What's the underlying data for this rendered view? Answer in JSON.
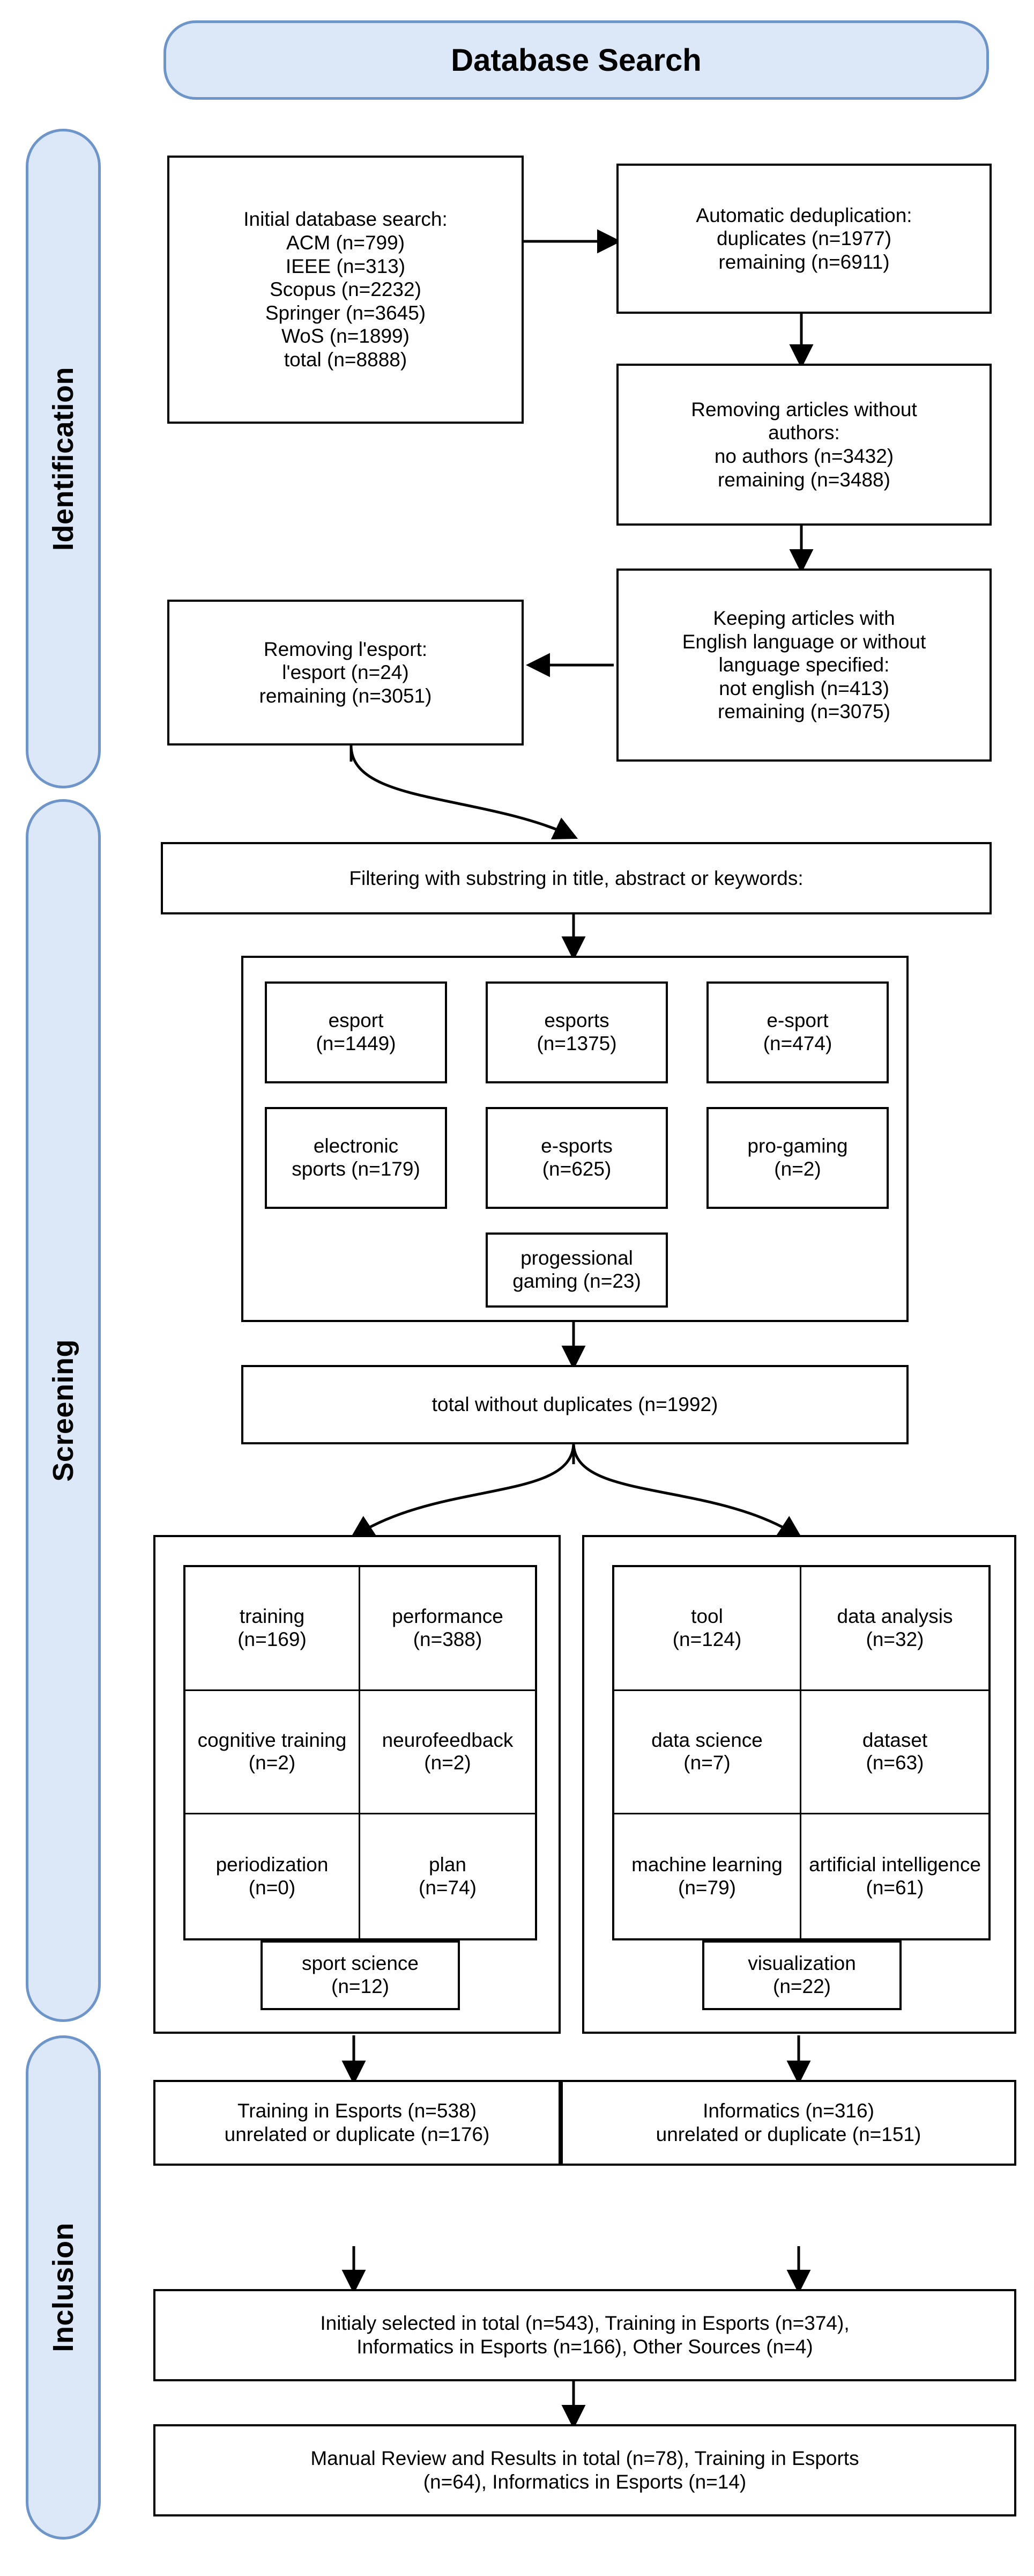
{
  "header": {
    "title": "Database Search"
  },
  "stages": [
    {
      "label": "Identification"
    },
    {
      "label": "Screening"
    },
    {
      "label": "Inclusion"
    }
  ],
  "identification": {
    "initial_search": {
      "lines": [
        "Initial database search:",
        "ACM (n=799)",
        "IEEE (n=313)",
        "Scopus (n=2232)",
        "Springer (n=3645)",
        "WoS (n=1899)",
        "total (n=8888)"
      ]
    },
    "deduplication": {
      "lines": [
        "Automatic deduplication:",
        "duplicates (n=1977)",
        "remaining (n=6911)"
      ]
    },
    "no_authors": {
      "lines": [
        "Removing articles without",
        "authors:",
        "no authors (n=3432)",
        "remaining (n=3488)"
      ]
    },
    "language": {
      "lines": [
        "Keeping articles with",
        "English language or without",
        "language specified:",
        "not english (n=413)",
        "remaining (n=3075)"
      ]
    },
    "lesport": {
      "lines": [
        "Removing l'esport:",
        "l'esport (n=24)",
        "remaining (n=3051)"
      ]
    }
  },
  "screening": {
    "filter_header": "Filtering with substring in title, abstract or keywords:",
    "substring_terms": [
      {
        "term": "esport",
        "count": "(n=1449)"
      },
      {
        "term": "esports",
        "count": "(n=1375)"
      },
      {
        "term": "e-sport",
        "count": "(n=474)"
      },
      {
        "term": "electronic",
        "count": "sports (n=179)"
      },
      {
        "term": "e-sports",
        "count": "(n=625)"
      },
      {
        "term": "pro-gaming",
        "count": "(n=2)"
      },
      {
        "term": "progessional",
        "count": "gaming (n=23)"
      }
    ],
    "total_without_duplicates": "total without duplicates (n=1992)",
    "left_group": {
      "cells": [
        {
          "term": "training",
          "count": "(n=169)"
        },
        {
          "term": "performance",
          "count": "(n=388)"
        },
        {
          "term": "cognitive training",
          "count": "(n=2)"
        },
        {
          "term": "neurofeedback",
          "count": "(n=2)"
        },
        {
          "term": "periodization",
          "count": "(n=0)"
        },
        {
          "term": "plan",
          "count": "(n=74)"
        }
      ],
      "footer": {
        "term": "sport science",
        "count": "(n=12)"
      }
    },
    "right_group": {
      "cells": [
        {
          "term": "tool",
          "count": "(n=124)"
        },
        {
          "term": "data analysis",
          "count": "(n=32)"
        },
        {
          "term": "data science",
          "count": "(n=7)"
        },
        {
          "term": "dataset",
          "count": "(n=63)"
        },
        {
          "term": "machine learning",
          "count": "(n=79)"
        },
        {
          "term": "artificial intelligence",
          "count": "(n=61)"
        }
      ],
      "footer": {
        "term": "visualization",
        "count": "(n=22)"
      }
    }
  },
  "inclusion": {
    "training_box": {
      "lines": [
        "Training in Esports (n=538)",
        "unrelated or duplicate (n=176)"
      ]
    },
    "informatics_box": {
      "lines": [
        "Informatics (n=316)",
        "unrelated or duplicate (n=151)"
      ]
    },
    "initially_selected": {
      "lines": [
        "Initialy selected in total (n=543), Training in Esports (n=374),",
        "Informatics in Esports (n=166), Other Sources (n=4)"
      ]
    },
    "manual_review": {
      "lines": [
        "Manual Review and Results in total (n=78), Training in Esports",
        "(n=64), Informatics in Esports (n=14)"
      ]
    }
  },
  "colors": {
    "pill_fill": "#dce7f8",
    "pill_border": "#6e95c9",
    "box_border": "#000000",
    "text": "#000000",
    "background": "#ffffff"
  }
}
